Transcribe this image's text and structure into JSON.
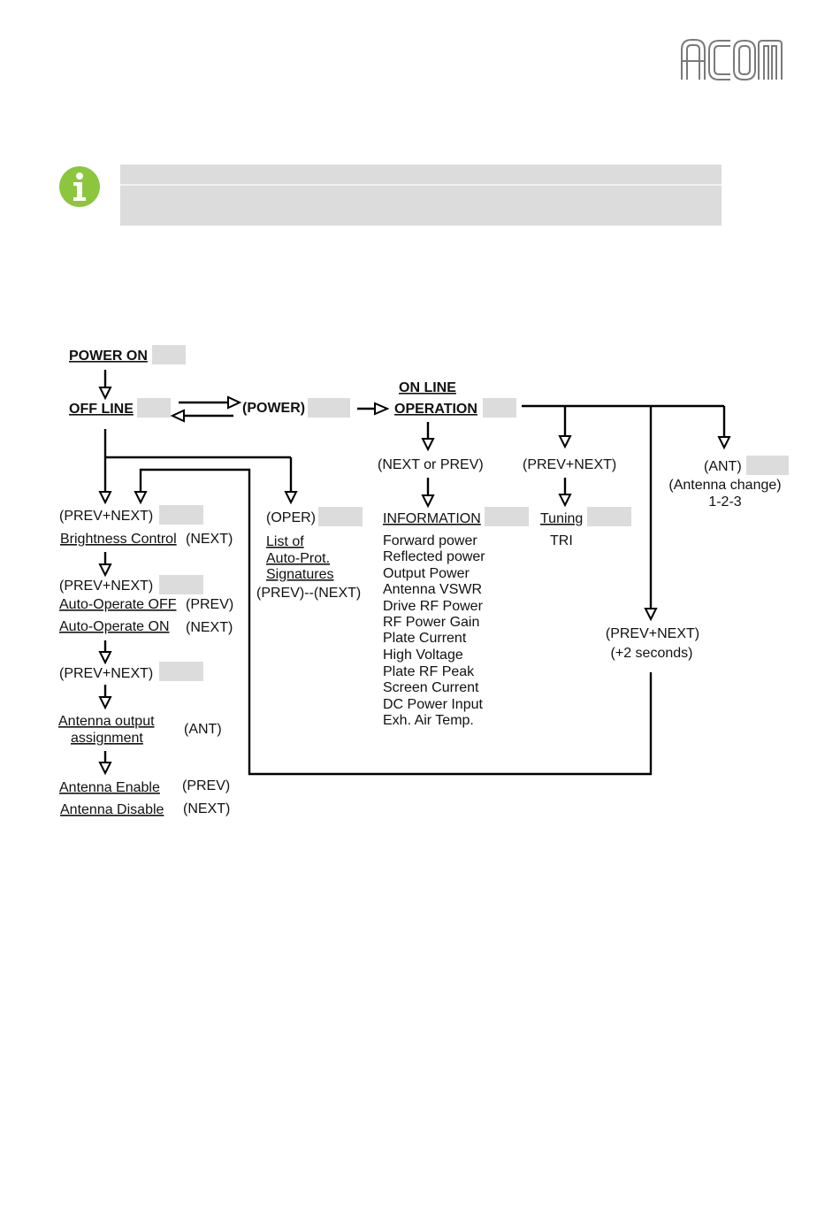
{
  "brand": {
    "logo_text": "ACOM",
    "accent_color": "#8cc63f",
    "logo_color": "#7a7a7a"
  },
  "note": {
    "icon": "info-icon",
    "text": ""
  },
  "diagram": {
    "power_on": "POWER ON",
    "off_line": "OFF LINE",
    "power_key": "(POWER)",
    "on_line": "ON LINE",
    "operation": "OPERATION",
    "next_or_prev": "(NEXT or PREV)",
    "prev_next_1": "(PREV+NEXT)",
    "ant_key": "(ANT)",
    "antenna_change": "(Antenna change)",
    "antenna_cycle": "1-2-3",
    "information": "INFORMATION",
    "info_items": [
      "Forward power",
      "Reflected power",
      "Output Power",
      "Antenna VSWR",
      "Drive RF Power",
      "RF Power Gain",
      "Plate Current",
      "High Voltage",
      "Plate RF Peak",
      "Screen Current",
      "DC Power Input",
      "Exh. Air Temp."
    ],
    "tuning": "Tuning",
    "tri": "TRI",
    "prev_next_hold": "(PREV+NEXT)",
    "two_seconds": "(+2 seconds)",
    "oper_key": "(OPER)",
    "list_of": "List of",
    "auto_prot": "Auto-Prot.",
    "signatures": "Signatures",
    "prev_next_nav": "(PREV)--(NEXT)",
    "left_prev_next_a": "(PREV+NEXT)",
    "brightness": "Brightness Control",
    "next_a": "(NEXT)",
    "left_prev_next_b": "(PREV+NEXT)",
    "auto_off": "Auto-Operate OFF",
    "prev_a": "(PREV)",
    "auto_on": "Auto-Operate ON",
    "next_b": "(NEXT)",
    "left_prev_next_c": "(PREV+NEXT)",
    "antenna_output": "Antenna output",
    "assignment": "assignment",
    "ant_key_2": "(ANT)",
    "antenna_enable": "Antenna Enable",
    "prev_b": "(PREV)",
    "antenna_disable": "Antenna Disable",
    "next_c": "(NEXT)"
  }
}
